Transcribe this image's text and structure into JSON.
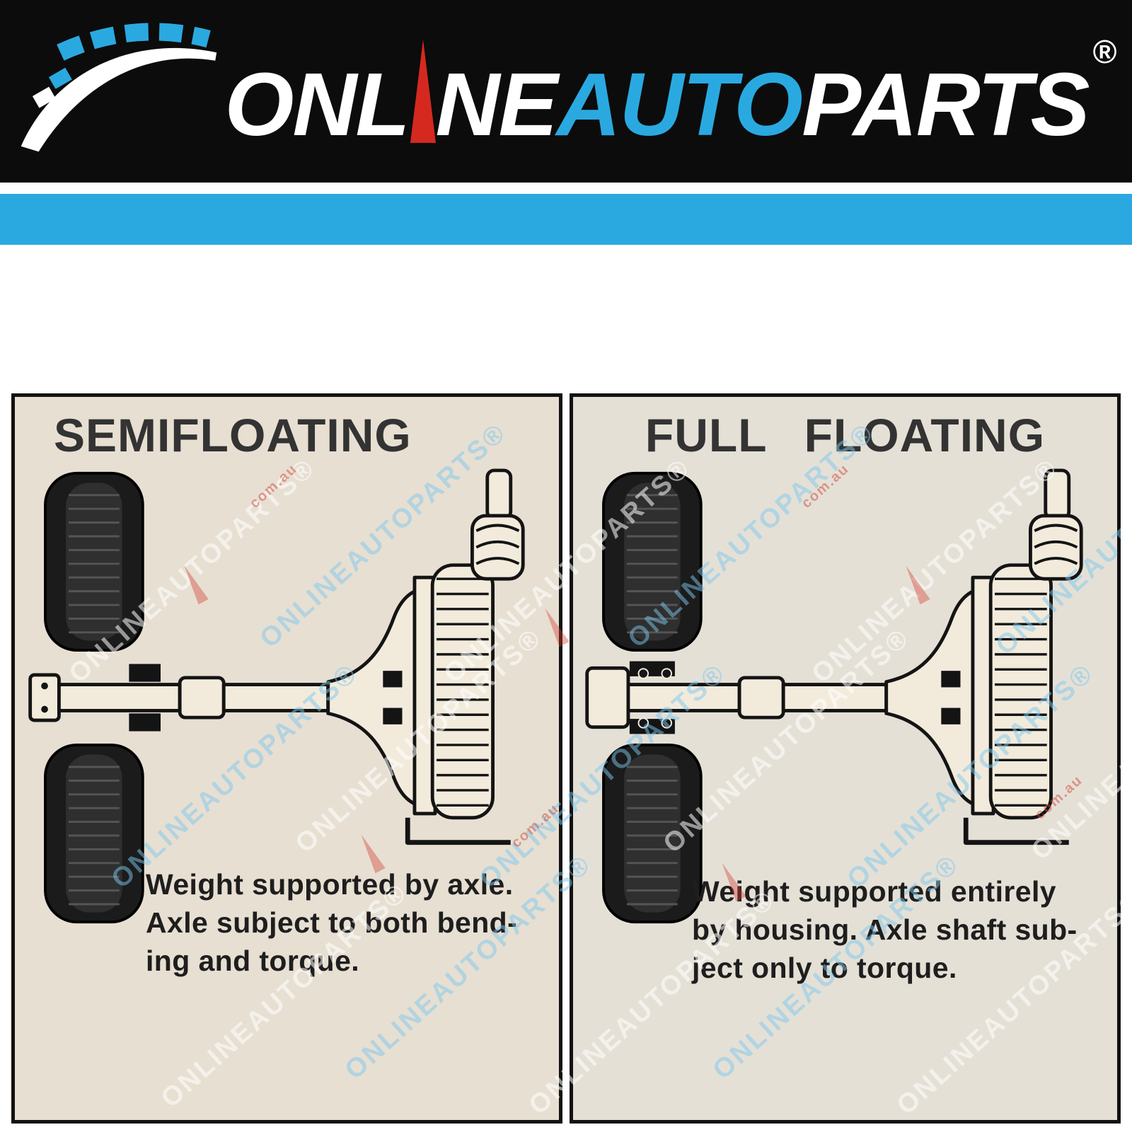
{
  "header": {
    "logo": {
      "part1": "ONL",
      "part2": "NE",
      "part3": "AUTO",
      "part4": "PARTS",
      "registered": "®"
    }
  },
  "panels": [
    {
      "id": "semifloating",
      "title": "SEMIFLOATING",
      "caption_lines": [
        "Weight supported by axle.",
        "Axle subject to both bend-",
        "ing and torque."
      ]
    },
    {
      "id": "full-floating",
      "title": "FULL FLOATING",
      "caption_lines": [
        "Weight supported entirely",
        "by housing. Axle shaft sub-",
        "ject only to torque."
      ]
    }
  ],
  "watermark": {
    "text": "ONLINEAUTOPARTS®",
    "domain": "com.au"
  },
  "colors": {
    "brand_blue": "#2aa9e0",
    "needle_red": "#d5291f",
    "header_bg": "#0c0c0c",
    "panel_bg": "#e7dfd2",
    "ink": "#141414"
  }
}
